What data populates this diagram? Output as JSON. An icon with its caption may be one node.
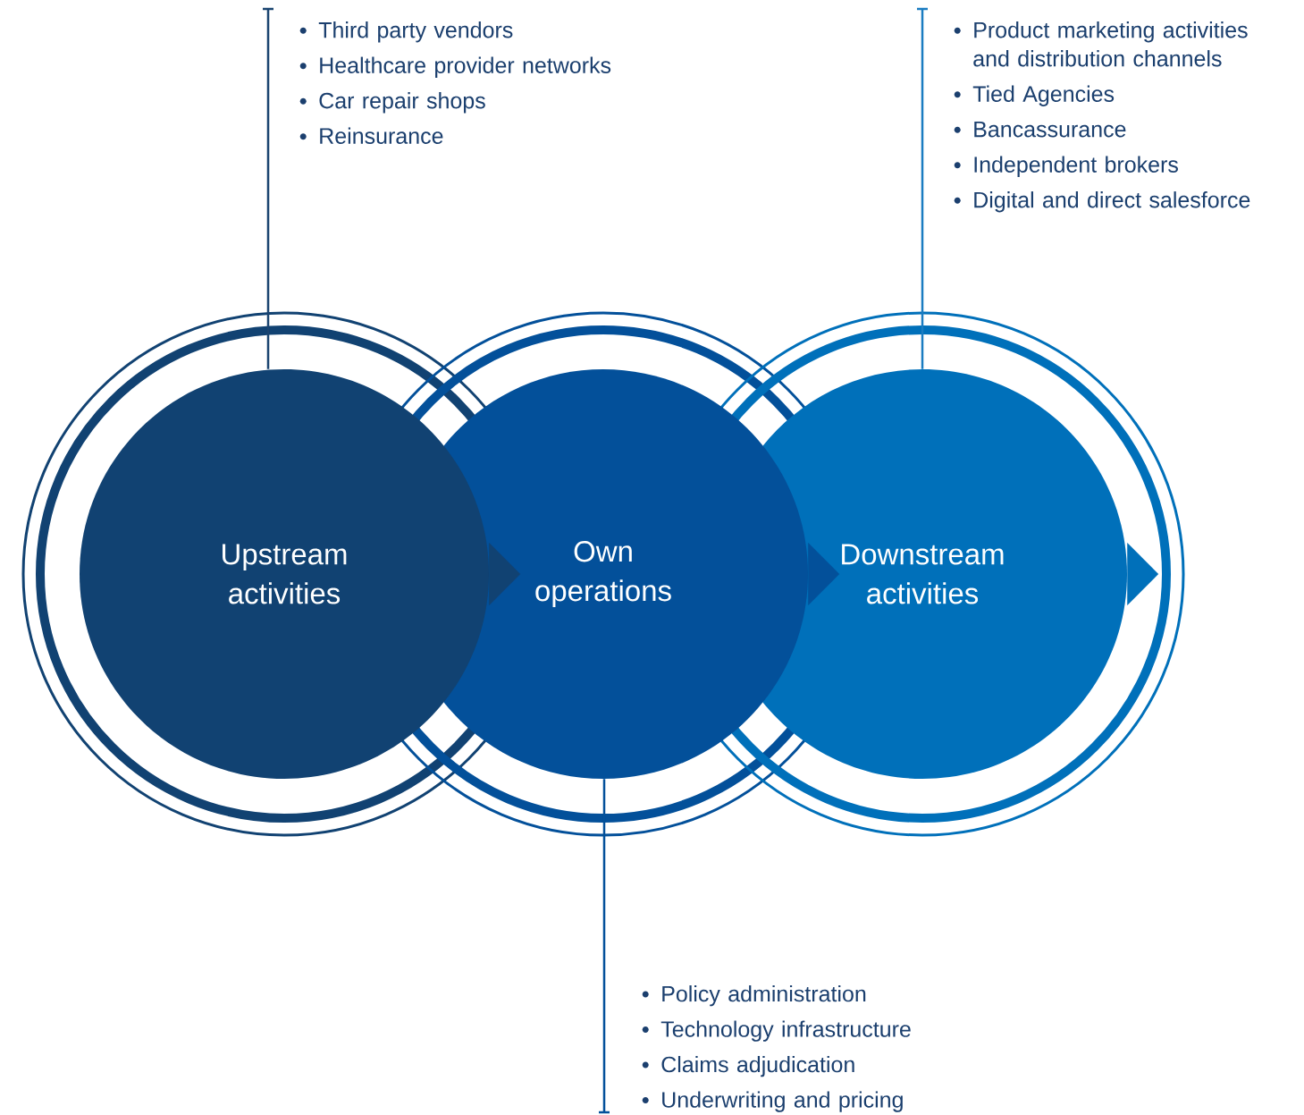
{
  "diagram": {
    "nodes": [
      {
        "text": [
          "Upstream activities"
        ]
      },
      {
        "text": [
          "Own operations"
        ]
      },
      {
        "text": [
          "Downstream activities"
        ]
      },
      {
        "text": [
          "Third party vendors",
          "Healthcare provider networks",
          "Car repair shops",
          "Reinsurance"
        ]
      },
      {
        "text": [
          "Product marketing activities and distribution channels",
          "Tied Agencies",
          "Bancassurance",
          "Independent brokers",
          "Digital and direct salesforce"
        ]
      },
      {
        "text": [
          "Policy administration",
          "Technology infrastructure",
          "Claims adjudication",
          "Underwriting and pricing"
        ]
      }
    ],
    "edges": [
      {
        "from": 0,
        "to": 1,
        "arrow": "to",
        "color": "#114272"
      },
      {
        "from": 1,
        "to": 2,
        "arrow": "to",
        "color": "#03509a"
      },
      {
        "from": 2,
        "to": null,
        "arrow": "to",
        "color": "#0070ba"
      },
      {
        "from": 0,
        "to": 3,
        "arrow": "none",
        "color": "#1a4470"
      },
      {
        "from": 2,
        "to": 4,
        "arrow": "none",
        "color": "#1a7cc1"
      },
      {
        "from": 1,
        "to": 5,
        "arrow": "none",
        "color": "#03509a"
      }
    ]
  }
}
